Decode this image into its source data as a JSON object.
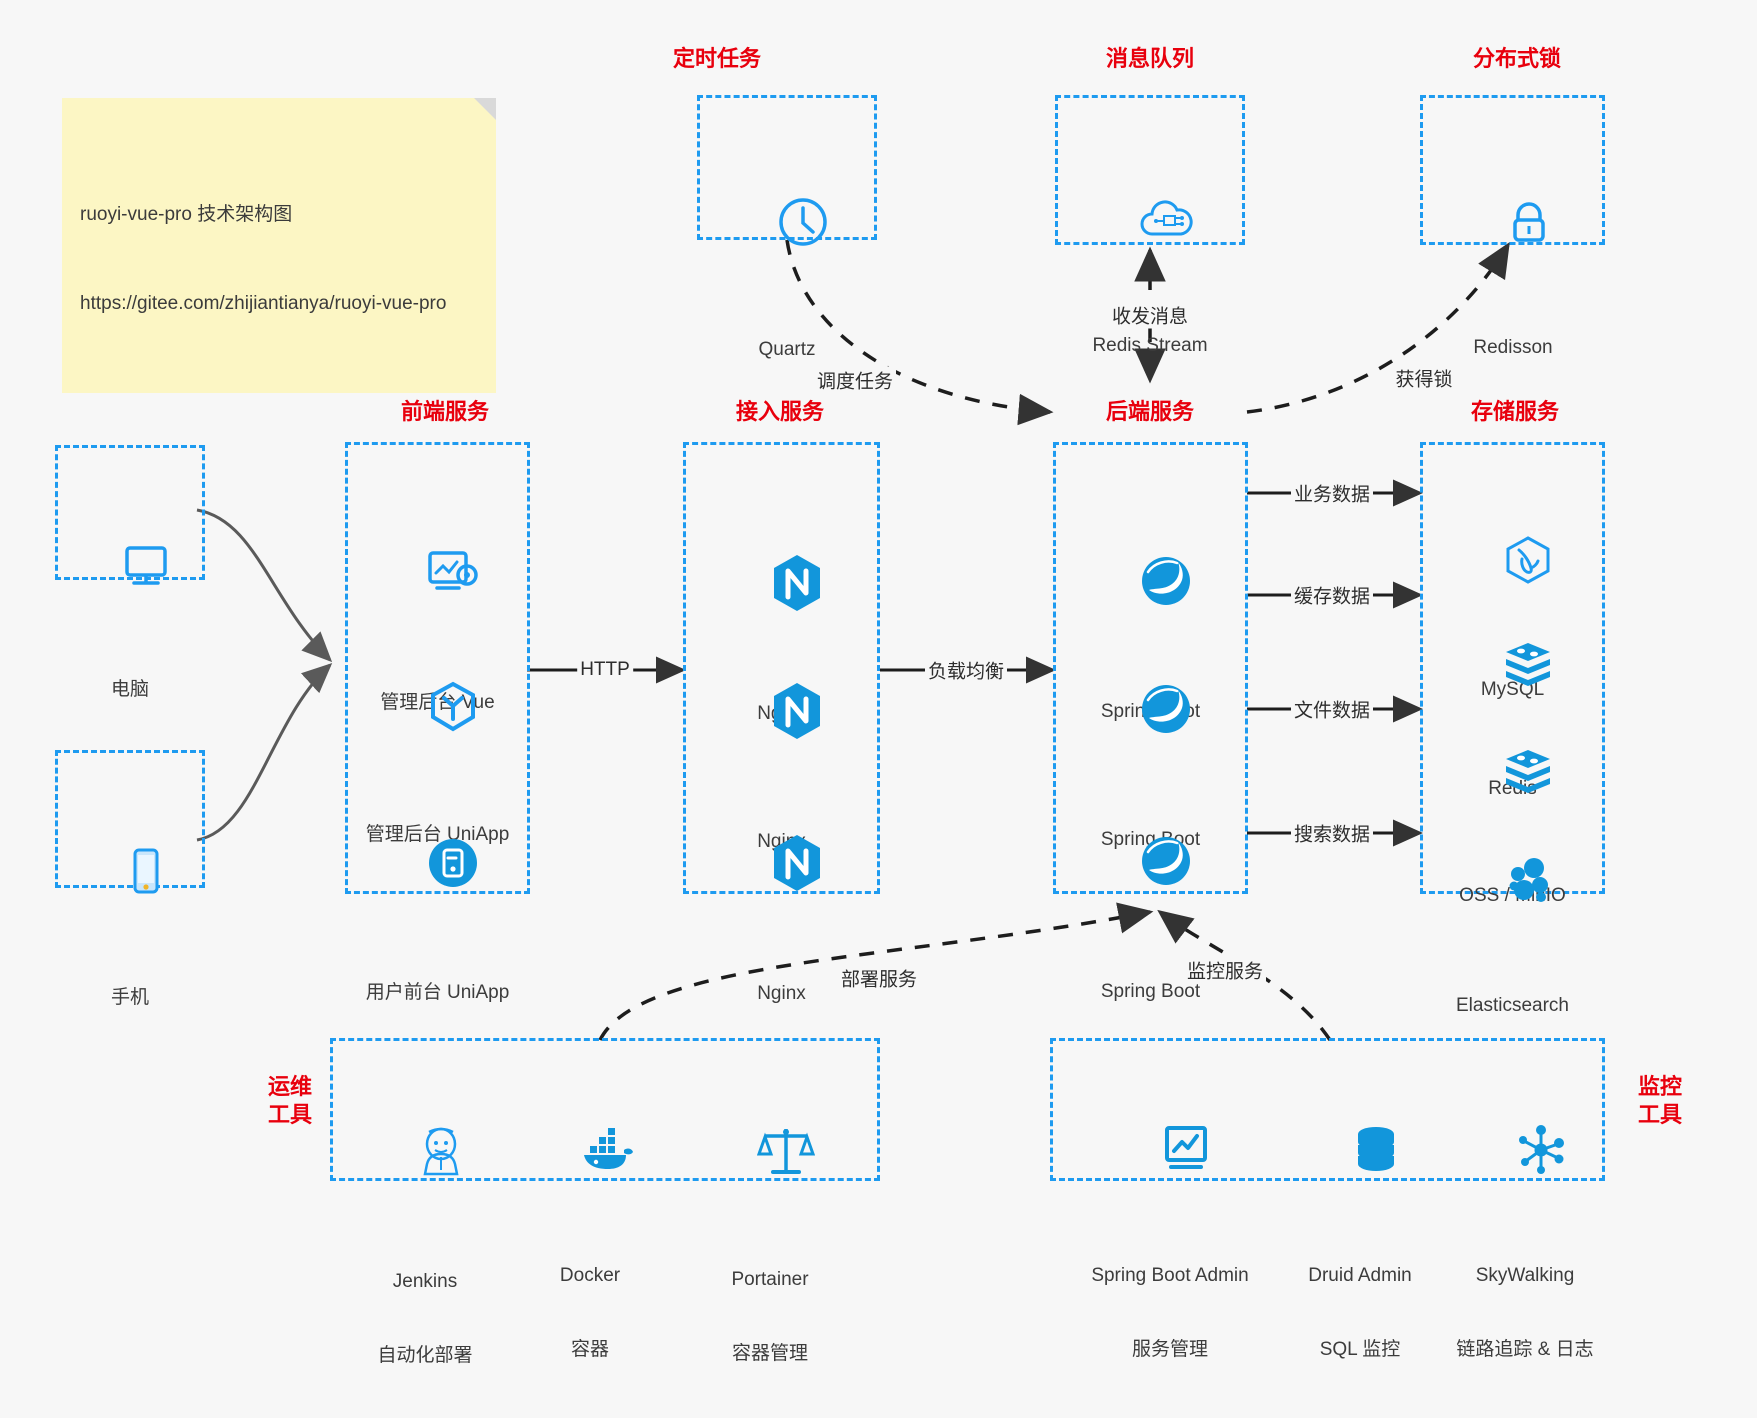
{
  "note": {
    "line1": "ruoyi-vue-pro 技术架构图",
    "line2": "https://gitee.com/zhijiantianya/ruoyi-vue-pro"
  },
  "colors": {
    "accent_blue": "#1e9bf0",
    "icon_blue": "#1296db",
    "title_red": "#e8000d",
    "background": "#f7f7f7",
    "note_yellow": "#fcf6c4",
    "arrow_dark": "#333333",
    "arrow_gray": "#555555"
  },
  "groups": {
    "scheduler": {
      "title": "定时任务",
      "nodes": [
        {
          "label": "Quartz",
          "icon": "clock-icon"
        }
      ]
    },
    "message_queue": {
      "title": "消息队列",
      "nodes": [
        {
          "label": "Redis Stream",
          "icon": "cloud-stream-icon"
        }
      ]
    },
    "distributed_lock": {
      "title": "分布式锁",
      "nodes": [
        {
          "label": "Redisson",
          "icon": "lock-icon"
        }
      ]
    },
    "clients": {
      "nodes": [
        {
          "label": "电脑",
          "icon": "desktop-icon"
        },
        {
          "label": "手机",
          "icon": "mobile-icon"
        }
      ]
    },
    "frontend": {
      "title": "前端服务",
      "nodes": [
        {
          "label": "管理后台 Vue",
          "icon": "dashboard-icon"
        },
        {
          "label": "管理后台 UniApp",
          "icon": "cube-icon"
        },
        {
          "label": "用户前台 UniApp",
          "icon": "app-icon"
        }
      ]
    },
    "gateway": {
      "title": "接入服务",
      "nodes": [
        {
          "label": "Nginx",
          "icon": "nginx-icon"
        },
        {
          "label": "Nginx",
          "icon": "nginx-icon"
        },
        {
          "label": "Nginx",
          "icon": "nginx-icon"
        }
      ]
    },
    "backend": {
      "title": "后端服务",
      "nodes": [
        {
          "label": "Spring Boot",
          "icon": "spring-icon"
        },
        {
          "label": "Spring Boot",
          "icon": "spring-icon"
        },
        {
          "label": "Spring Boot",
          "icon": "spring-icon"
        }
      ]
    },
    "storage": {
      "title": "存储服务",
      "nodes": [
        {
          "label": "MySQL",
          "icon": "mysql-icon"
        },
        {
          "label": "Redis",
          "icon": "redis-icon"
        },
        {
          "label": "OSS / MinIO",
          "icon": "oss-icon"
        },
        {
          "label": "Elasticsearch",
          "icon": "elasticsearch-icon"
        }
      ]
    },
    "devops": {
      "title": "运维\n工具",
      "nodes": [
        {
          "label": "Jenkins",
          "sub": "自动化部署",
          "icon": "jenkins-icon"
        },
        {
          "label": "Docker",
          "sub": "容器",
          "icon": "docker-icon"
        },
        {
          "label": "Portainer",
          "sub": "容器管理",
          "icon": "scales-icon"
        }
      ]
    },
    "monitoring": {
      "title": "监控\n工具",
      "nodes": [
        {
          "label": "Spring Boot Admin",
          "sub": "服务管理",
          "icon": "monitor-chart-icon"
        },
        {
          "label": "Druid Admin",
          "sub": "SQL 监控",
          "icon": "database-icon"
        },
        {
          "label": "SkyWalking",
          "sub": "链路追踪 & 日志",
          "icon": "skywalking-icon"
        }
      ]
    }
  },
  "edges": [
    {
      "label": "调度任务",
      "from": "scheduler",
      "to": "backend"
    },
    {
      "label": "收发消息",
      "from": "message_queue",
      "to": "backend"
    },
    {
      "label": "获得锁",
      "from": "backend",
      "to": "distributed_lock"
    },
    {
      "label": "HTTP",
      "from": "frontend",
      "to": "gateway"
    },
    {
      "label": "负载均衡",
      "from": "gateway",
      "to": "backend"
    },
    {
      "label": "业务数据",
      "from": "backend",
      "to": "storage"
    },
    {
      "label": "缓存数据",
      "from": "backend",
      "to": "storage"
    },
    {
      "label": "文件数据",
      "from": "backend",
      "to": "storage"
    },
    {
      "label": "搜索数据",
      "from": "backend",
      "to": "storage"
    },
    {
      "label": "部署服务",
      "from": "devops",
      "to": "backend"
    },
    {
      "label": "监控服务",
      "from": "monitoring",
      "to": "backend"
    }
  ]
}
